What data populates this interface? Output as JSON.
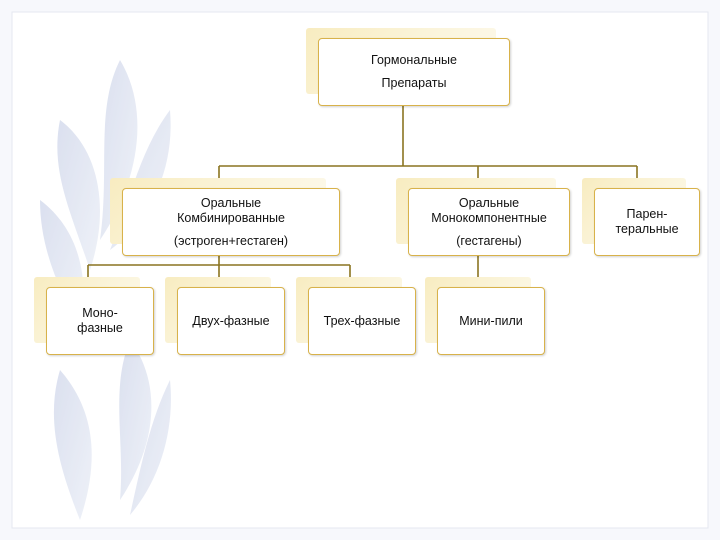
{
  "diagram": {
    "root": {
      "line1": "Гормональные",
      "line2": "Препараты"
    },
    "combined": {
      "line1": "Оральные",
      "line2": "Комбинированные",
      "line3": "(эстроген+гестаген)"
    },
    "mono_component": {
      "line1": "Оральные",
      "line2": "Монокомпонентные",
      "line3": "(гестагены)"
    },
    "parenteral": {
      "line1": "Парен-",
      "line2": "теральные"
    },
    "monophasic": {
      "line1": "Моно-",
      "line2": "фазные"
    },
    "biphasic": {
      "label": "Двух-фазные"
    },
    "triphasic": {
      "label": "Трех-фазные"
    },
    "mini_pill": {
      "label": "Мини-пили"
    }
  },
  "colors": {
    "connector": "#8a7420",
    "box_border": "#d8b24a",
    "box_shadow": "#f8ecc0"
  }
}
